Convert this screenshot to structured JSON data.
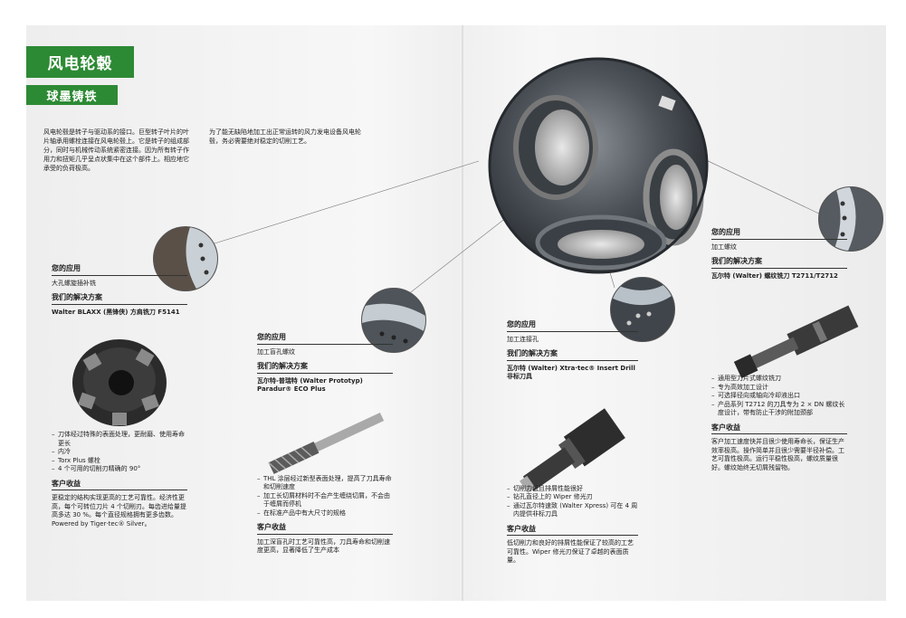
{
  "page": {
    "title": "风电轮毂",
    "subtitle": "球墨铸铁",
    "intro_left": "风电轮毂是转子与驱动系的接口。巨型转子叶片的叶片轴承用螺栓连接在风电轮毂上。它是转子的组成部分，同时与机械传动系统紧密连接。因为所有转子作用力和扭矩几乎呈点状集中在这个部件上。相应地它承受的负荷极高。",
    "intro_right": "为了能无缺陷地加工出正常运转的风力发电设备风电轮毂，务必需要绝对稳定的切削工艺。"
  },
  "blocks": [
    {
      "app_heading": "您的应用",
      "app_value": "大孔螺旋插补铣",
      "sol_heading": "我们的解决方案",
      "product": "Walter BLAXX (黑锋侠) 方肩铣刀 F5141",
      "bullets": [
        "刀体经过特殊的表面处理，更耐磨、使用寿命更长",
        "内冷",
        "Torx Plus 螺栓",
        "4 个可用的切削刃精确的 90°"
      ],
      "gain_heading": "客户收益",
      "gain": "更稳定的结构实现更高的工艺可靠性。经济性更高，每个可转位刀片 4 个切削刃。每齿进给量提高多达 30 %。每个直径规格拥有更多齿数。Powered by Tiger·tec® Silver。"
    },
    {
      "app_heading": "您的应用",
      "app_value": "加工盲孔螺纹",
      "sol_heading": "我们的解决方案",
      "product": "瓦尔特-普瑞特 (Walter Prototyp) Paradur® ECO Plus",
      "bullets": [
        "THL 涂层经过新型表面处理，提高了刀具寿命和切削速度",
        "加工长切屑材料时不会产生缠绕切屑，不会由于缠屑而停机",
        "在标准产品中有大尺寸的规格"
      ],
      "gain_heading": "客户收益",
      "gain": "加工深盲孔时工艺可靠性高，刀具寿命和切削速度更高，显著降低了生产成本"
    },
    {
      "app_heading": "您的应用",
      "app_value": "加工连接孔",
      "sol_heading": "我们的解决方案",
      "product": "瓦尔特 (Walter) Xtra·tec® Insert Drill 非标刀具",
      "bullets": [
        "切削力低且排屑性能很好",
        "钻孔直径上的 Wiper 修光刃",
        "通过瓦尔特速致 (Walter Xpress) 可在 4 周内提供非标刀具"
      ],
      "gain_heading": "客户收益",
      "gain": "低切削力和良好的排屑性能保证了较高的工艺可靠性。Wiper 修光刃保证了卓越的表面质量。"
    },
    {
      "app_heading": "您的应用",
      "app_value": "加工螺纹",
      "sol_heading": "我们的解决方案",
      "product": "瓦尔特 (Walter) 螺纹铣刀 T2711/T2712",
      "bullets": [
        "通用型刀片式螺纹铣刀",
        "专为高效加工设计",
        "可选择径向或轴向冷却液出口",
        "产品系列 T2712 的刀具专为 2 × DN 螺纹长度设计，带有防止干涉的附加颈部"
      ],
      "gain_heading": "客户收益",
      "gain": "客户加工速度快并且很少使用寿命长，保证生产效率极高。操作简单并且很少需要半径补偿。工艺可靠性极高。运行平稳性极高，螺纹质量很好。螺纹始终无切屑残留物。"
    }
  ],
  "colors": {
    "brand_green": "#2d8a34",
    "text": "#1a1a1a"
  }
}
